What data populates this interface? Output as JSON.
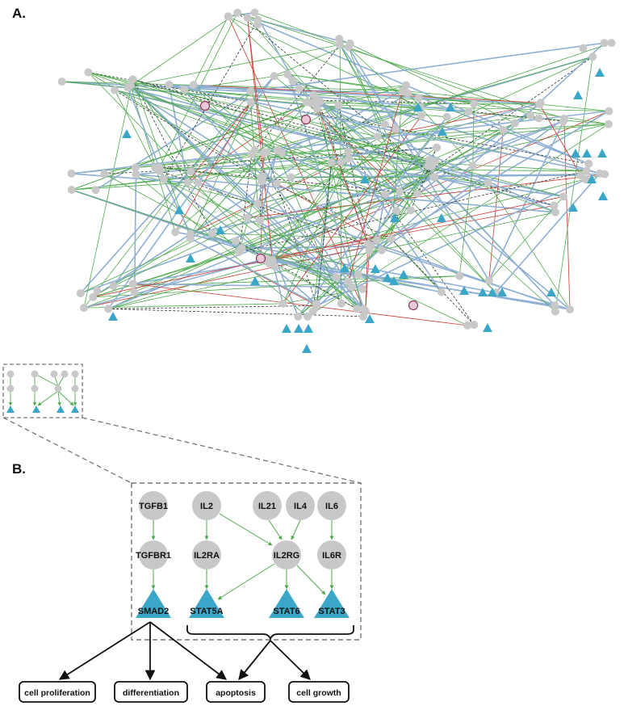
{
  "panels": {
    "a_label": "A.",
    "b_label": "B."
  },
  "colors": {
    "node": "#c8c8c8",
    "target": "#3aa7c8",
    "hub_fill": "#e9c8d8",
    "hub_stroke": "#8c3a5a",
    "activation": "#4daa4a",
    "inhibition": "#cc3b33",
    "binding": "#8fb0d4",
    "indirect": "#333333",
    "dashed_box": "#777777"
  },
  "detail": {
    "genes": {
      "TGFB1": "TGFB1",
      "IL2": "IL2",
      "IL21": "IL21",
      "IL4": "IL4",
      "IL6": "IL6",
      "TGFBR1": "TGFBR1",
      "IL2RA": "IL2RA",
      "IL2RG": "IL2RG",
      "IL6R": "IL6R",
      "SMAD2": "SMAD2",
      "STAT5A": "STAT5A",
      "STAT6": "STAT6",
      "STAT3": "STAT3"
    },
    "outcomes": {
      "cell_proliferation": "cell proliferation",
      "differentiation": "differentiation",
      "apoptosis": "apoptosis",
      "cell_growth": "cell growth"
    }
  }
}
